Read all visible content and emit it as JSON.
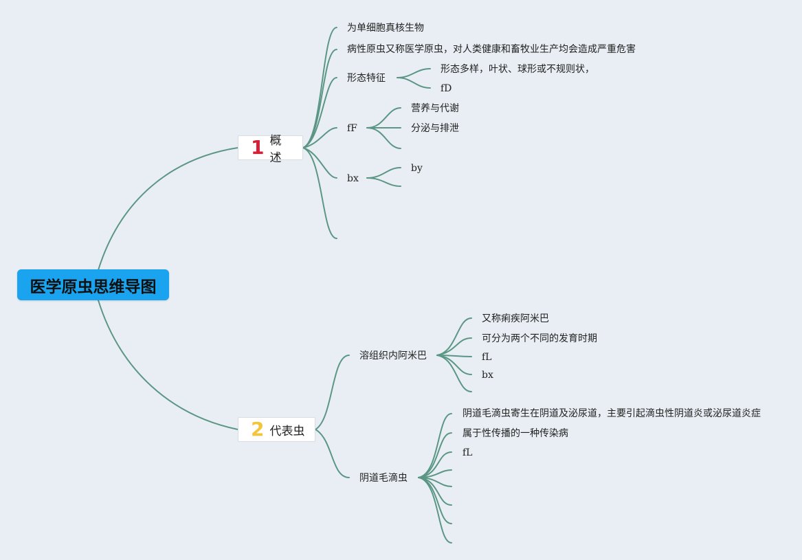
{
  "root": {
    "title": "医学原虫思维导图"
  },
  "sections": [
    {
      "number": "1",
      "title": "概述"
    },
    {
      "number": "2",
      "title": "代表虫"
    }
  ],
  "overview": {
    "items": [
      "为单细胞真核生物",
      "病性原虫又称医学原虫，对人类健康和畜牧业生产均会造成严重危害"
    ],
    "morphology": {
      "title": "形态特征",
      "children": [
        "形态多样，叶状、球形或不规则状，",
        "fD"
      ]
    },
    "ff": {
      "title": "fF",
      "children": [
        "营养与代谢",
        "分泌与排泄"
      ]
    },
    "bx": {
      "title": "bx",
      "children": [
        "by"
      ]
    }
  },
  "representatives": {
    "amoeba": {
      "title": "溶组织内阿米巴",
      "children": [
        "又称痢疾阿米巴",
        "可分为两个不同的发育时期",
        "fL",
        "bx"
      ]
    },
    "trichomonas": {
      "title": "阴道毛滴虫",
      "children": [
        "阴道毛滴虫寄生在阴道及泌尿道，主要引起滴虫性阴道炎或泌尿道炎症",
        "属于性传播的一种传染病",
        "fL"
      ]
    }
  }
}
